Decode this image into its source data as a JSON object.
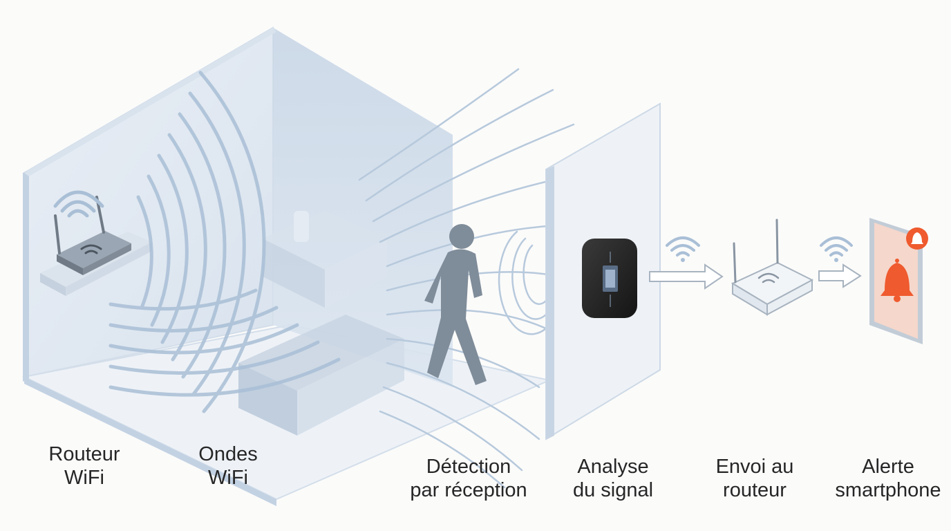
{
  "steps": [
    {
      "id": "router",
      "line1": "Routeur",
      "line2": "WiFi"
    },
    {
      "id": "waves",
      "line1": "Ondes",
      "line2": "WiFi"
    },
    {
      "id": "detection",
      "line1": "Détection",
      "line2": "par réception"
    },
    {
      "id": "analysis",
      "line1": "Analyse",
      "line2": "du signal"
    },
    {
      "id": "send",
      "line1": "Envoi au",
      "line2": "routeur"
    },
    {
      "id": "alert",
      "line1": "Alerte",
      "line2": "smartphone"
    }
  ],
  "colors": {
    "wave": "#a9bfd6",
    "room_wall": "#dfe7f1",
    "room_edge": "#c3d2e3",
    "person": "#7f8c99",
    "device": "#262626",
    "alert": "#ef5a2e"
  },
  "icons": [
    "router-icon",
    "wifi-icon",
    "person-icon",
    "chip-icon",
    "arrow-icon",
    "smartphone-icon",
    "bell-icon"
  ]
}
